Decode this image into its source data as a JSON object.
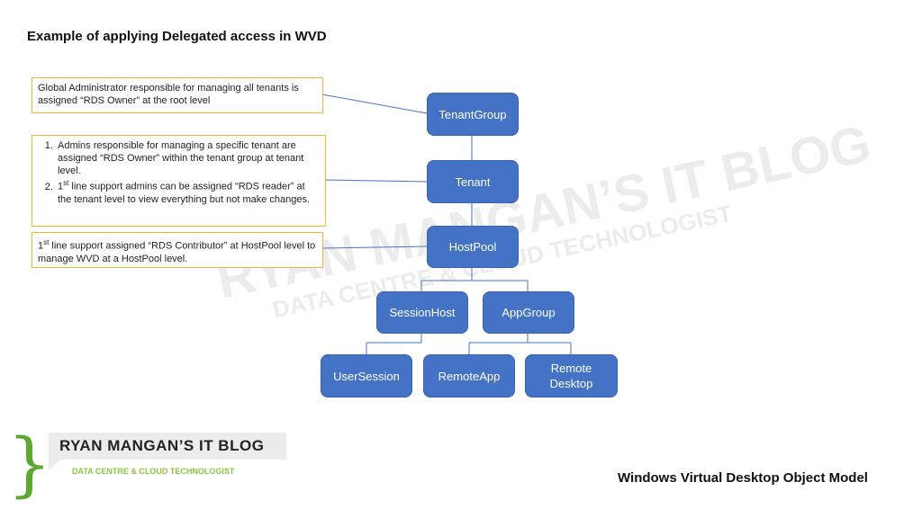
{
  "title": "Example of applying Delegated access in WVD",
  "caption": "Windows Virtual Desktop Object Model",
  "notes": {
    "global": "Global Administrator responsible for managing all tenants is assigned “RDS Owner” at the root level",
    "tenant_item_1": "Admins responsible for managing a specific tenant are assigned “RDS Owner” within the tenant group at tenant level.",
    "tenant_item_2_prefix": "1",
    "tenant_item_2_sup": "st",
    "tenant_item_2_rest": " line support admins can be assigned “RDS reader” at the tenant level to view everything but not make changes.",
    "hostpool_prefix": "1",
    "hostpool_sup": "st",
    "hostpool_rest": " line support assigned “RDS Contributor”  at HostPool level to manage WVD at a HostPool level."
  },
  "nodes": {
    "tenantgroup": "TenantGroup",
    "tenant": "Tenant",
    "hostpool": "HostPool",
    "sessionhost": "SessionHost",
    "appgroup": "AppGroup",
    "usersession": "UserSession",
    "remoteapp": "RemoteApp",
    "remotedesktop_line1": "Remote",
    "remotedesktop_line2": "Desktop"
  },
  "logo": {
    "brace": "}",
    "name": "RYAN MANGAN’S IT BLOG",
    "tagline": "DATA CENTRE & CLOUD TECHNOLOGIST"
  },
  "watermark": {
    "name": "RYAN MANGAN’S IT BLOG",
    "tagline": "DATA CENTRE & CLOUD TECHNOLOGIST"
  },
  "colors": {
    "node_fill": "#4472c4",
    "note_border": "#f2b632",
    "logo_green": "#5da832"
  }
}
